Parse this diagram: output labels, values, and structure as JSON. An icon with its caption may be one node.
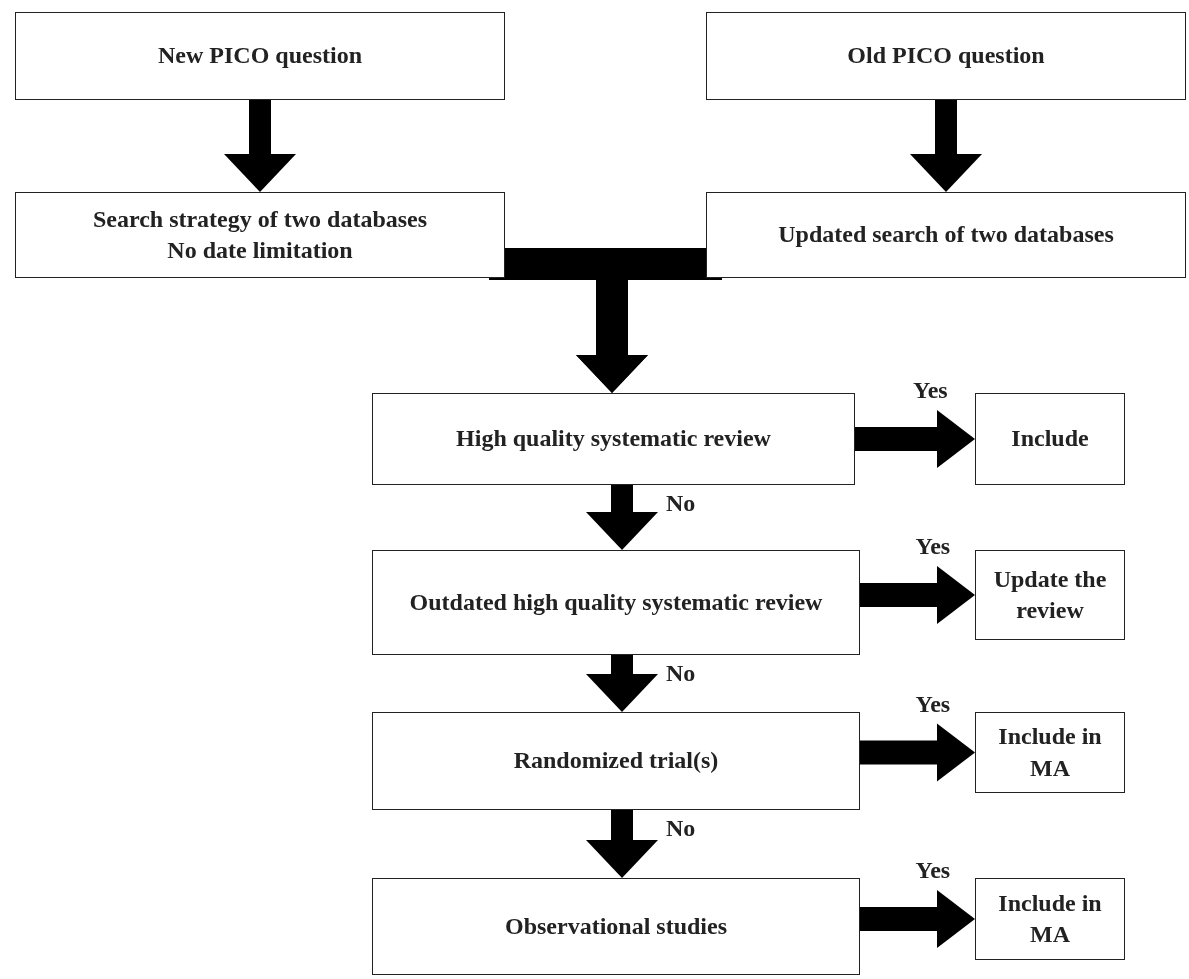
{
  "diagram": {
    "nodes": [
      {
        "text": [
          "New PICO question"
        ]
      },
      {
        "text": [
          "Old PICO question"
        ]
      },
      {
        "text": [
          "Search strategy of two databases",
          "No date limitation"
        ]
      },
      {
        "text": [
          "Updated search of two databases"
        ]
      },
      {
        "text": [
          "High quality systematic review"
        ]
      },
      {
        "text": [
          "Include"
        ]
      },
      {
        "text": [
          "Outdated high quality systematic review"
        ]
      },
      {
        "text": [
          "Update the review"
        ]
      },
      {
        "text": [
          "Randomized trial(s)"
        ]
      },
      {
        "text": [
          "Include in MA"
        ]
      },
      {
        "text": [
          "Observational studies"
        ]
      },
      {
        "text": [
          "Include in MA"
        ]
      }
    ],
    "edges": [
      {
        "from": 0,
        "to": 2,
        "arrow": "to"
      },
      {
        "from": 1,
        "to": 3,
        "arrow": "to"
      },
      {
        "from": 2,
        "to": 4,
        "arrow": "to"
      },
      {
        "from": 3,
        "to": 4,
        "arrow": "to"
      },
      {
        "from": 4,
        "to": 5,
        "arrow": "to",
        "label": "Yes"
      },
      {
        "from": 4,
        "to": 6,
        "arrow": "to",
        "label": "No"
      },
      {
        "from": 6,
        "to": 7,
        "arrow": "to",
        "label": "Yes"
      },
      {
        "from": 6,
        "to": 8,
        "arrow": "to",
        "label": "No"
      },
      {
        "from": 8,
        "to": 9,
        "arrow": "to",
        "label": "Yes"
      },
      {
        "from": 8,
        "to": 10,
        "arrow": "to",
        "label": "No"
      },
      {
        "from": 10,
        "to": 11,
        "arrow": "to",
        "label": "Yes"
      }
    ]
  }
}
